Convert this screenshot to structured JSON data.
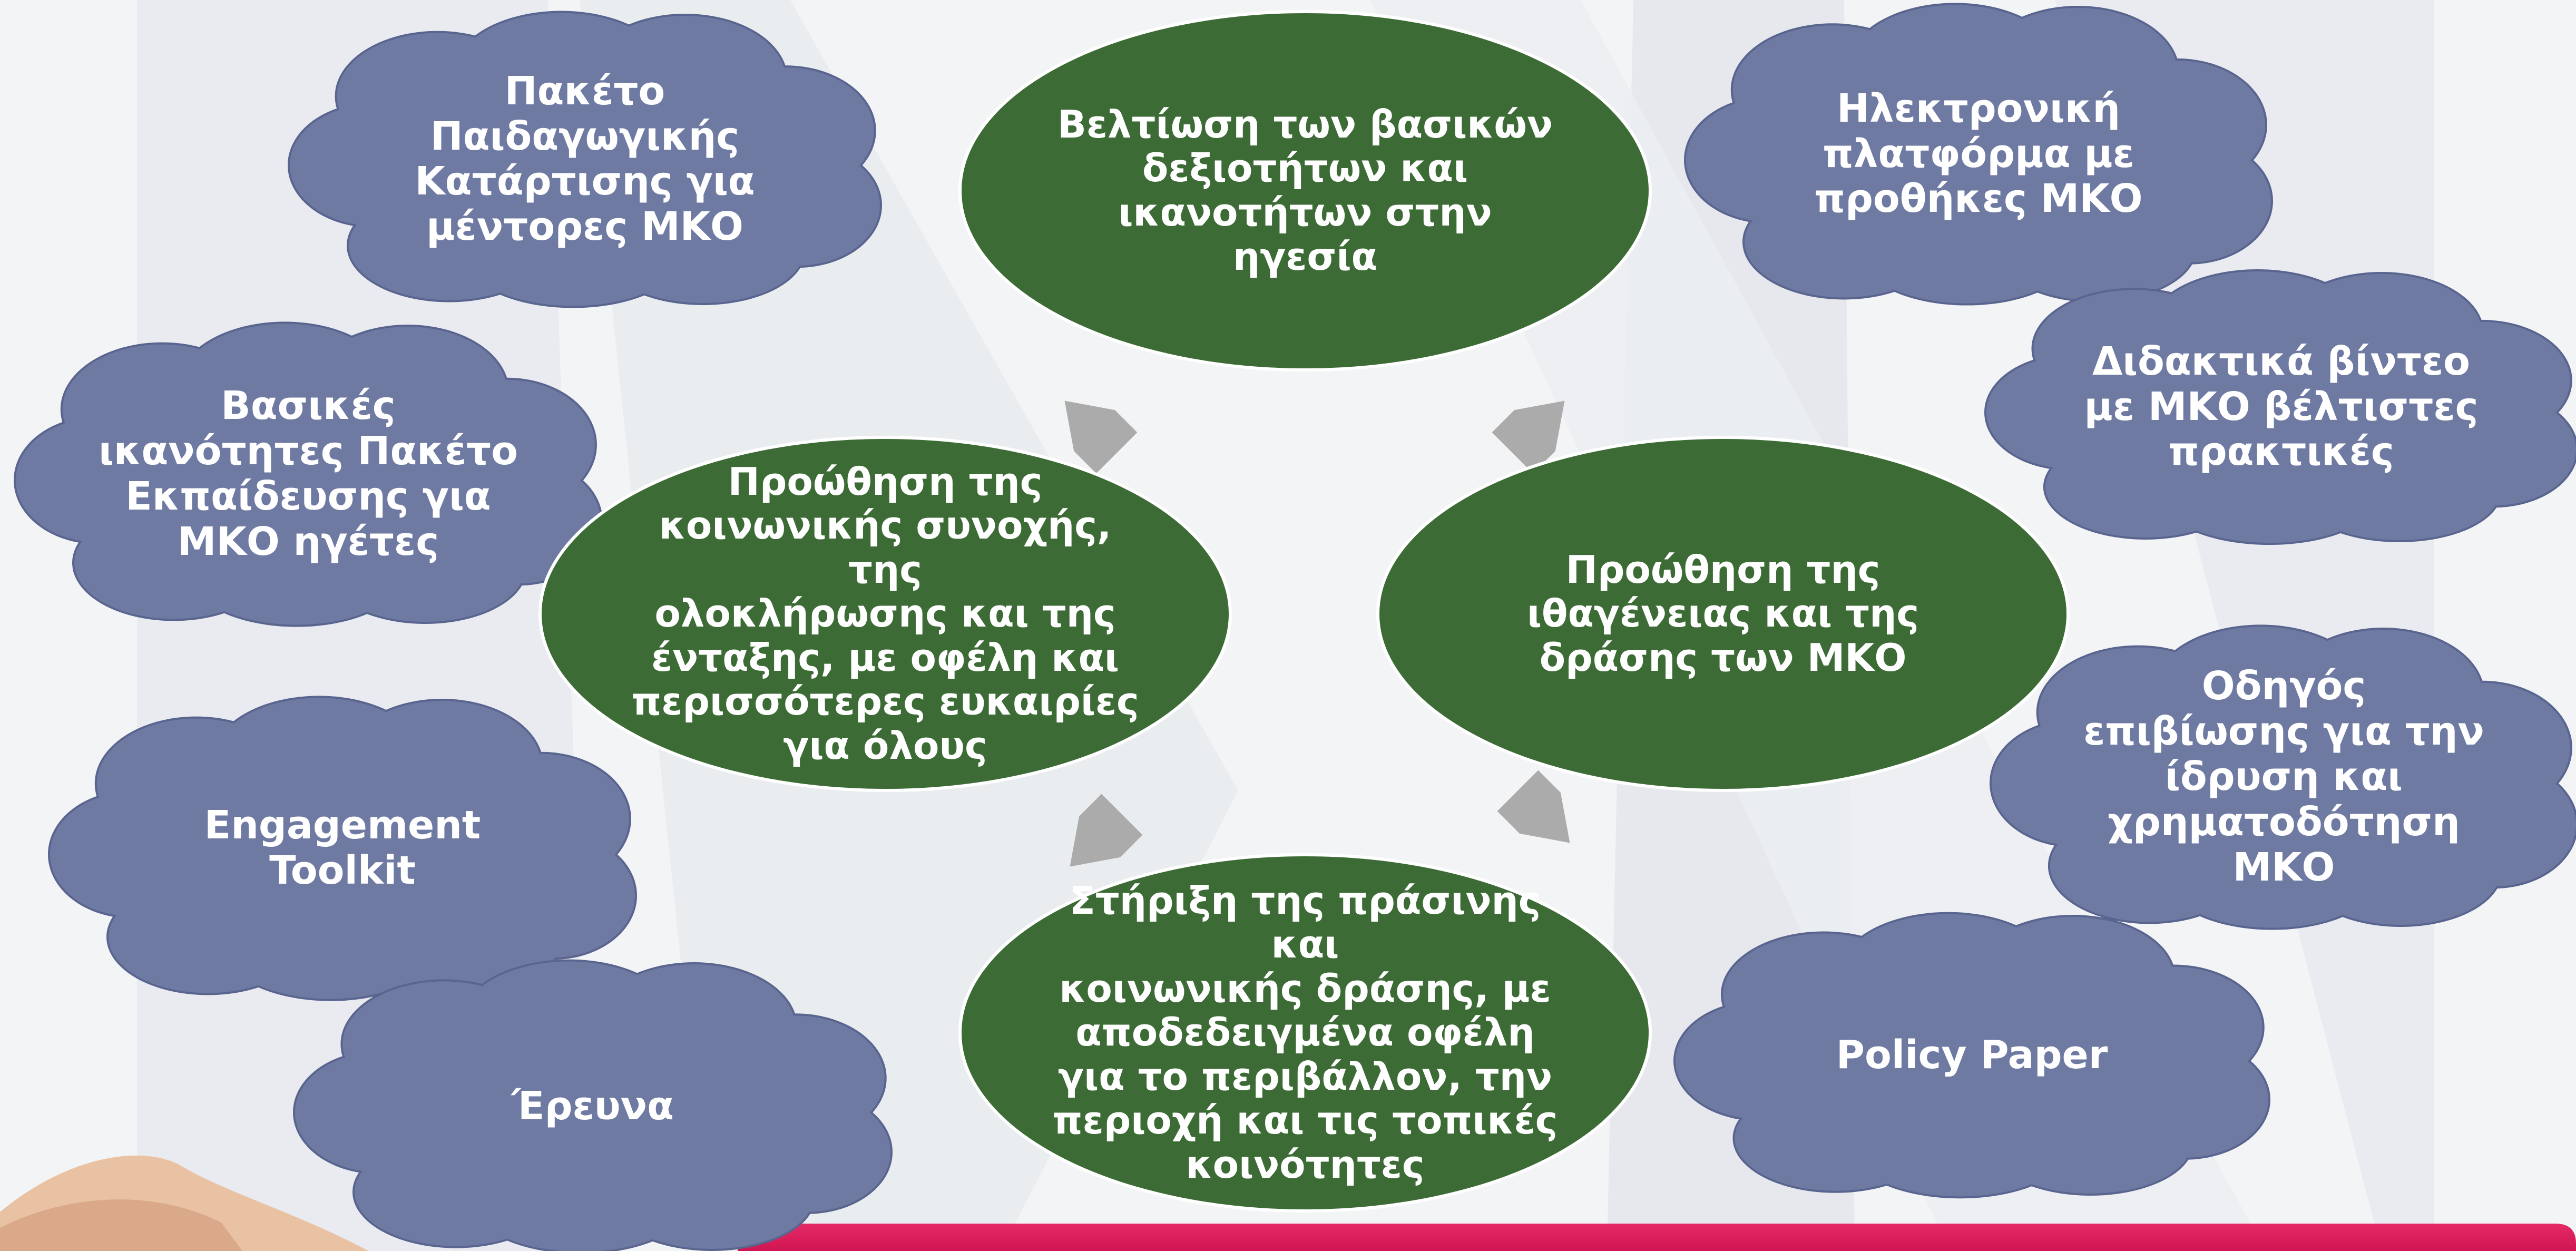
{
  "colors": {
    "background": "#f3f4f6",
    "beam": "#e4e7ec",
    "goal_fill": "#3c6b35",
    "goal_stroke": "#ffffff",
    "cloud_fill": "#6f7aa3",
    "cloud_stroke": "#59648f",
    "arrow": "#ababab",
    "banner": "#e0205e",
    "text": "#ffffff"
  },
  "goals": [
    {
      "id": "leadership",
      "label": "Βελτίωση των βασικών\nδεξιοτήτων και\nικανοτήτων στην\nηγεσία"
    },
    {
      "id": "citizenship",
      "label": "Προώθηση της\nιθαγένειας και της\nδράσης των ΜΚΟ"
    },
    {
      "id": "green-action",
      "label": "Στήριξη της πράσινης και\nκοινωνικής δράσης, με\nαποδεδειγμένα οφέλη\nγια το περιβάλλον, την\nπεριοχή και τις τοπικές\nκοινότητες"
    },
    {
      "id": "cohesion",
      "label": "Προώθηση της\nκοινωνικής συνοχής, της\nολοκλήρωσης και της\nένταξης, με οφέλη και\nπερισσότερες ευκαιρίες\nγια όλους"
    }
  ],
  "outputs": [
    {
      "id": "pedagogical-package",
      "label": "Πακέτο\nΠαιδαγωγικής\nΚατάρτισης για\nμέντορες ΜΚΟ"
    },
    {
      "id": "basic-skills-package",
      "label": "Βασικές\nικανότητες  Πακέτο\nΕκπαίδευσης για\nΜΚΟ ηγέτες"
    },
    {
      "id": "engagement-toolkit",
      "label": "Engagement\nToolkit"
    },
    {
      "id": "research",
      "label": "Έρευνα"
    },
    {
      "id": "e-platform",
      "label": "Ηλεκτρονική\nπλατφόρμα με\nπροθήκες ΜΚΟ"
    },
    {
      "id": "training-videos",
      "label": "Διδακτικά βίντεο\nμε ΜΚΟ βέλτιστες\nπρακτικές"
    },
    {
      "id": "survival-guide",
      "label": "Οδηγός\nεπιβίωσης για την\nίδρυση και\nχρηματοδότηση\nΜΚΟ"
    },
    {
      "id": "policy-paper",
      "label": "Policy Paper"
    }
  ],
  "cycle_arrows": [
    "arrow-icon",
    "arrow-icon",
    "arrow-icon",
    "arrow-icon"
  ]
}
